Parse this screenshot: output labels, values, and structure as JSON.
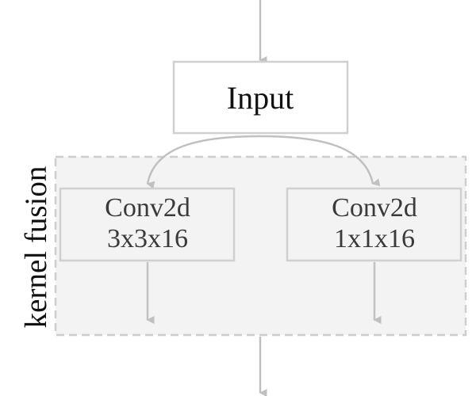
{
  "diagram": {
    "input_label": "Input",
    "group_label": "kernel fusion",
    "branches": [
      {
        "line1": "Conv2d",
        "line2": "3x3x16"
      },
      {
        "line1": "Conv2d",
        "line2": "1x1x16"
      }
    ]
  },
  "colors": {
    "arrow": "#c0c0c0",
    "box_border": "#d0d0d0",
    "group_fill": "#f3f3f3",
    "group_border": "#cdcdcd",
    "input_text": "#111111",
    "branch_text": "#3a3a3a",
    "group_text": "#111111"
  }
}
